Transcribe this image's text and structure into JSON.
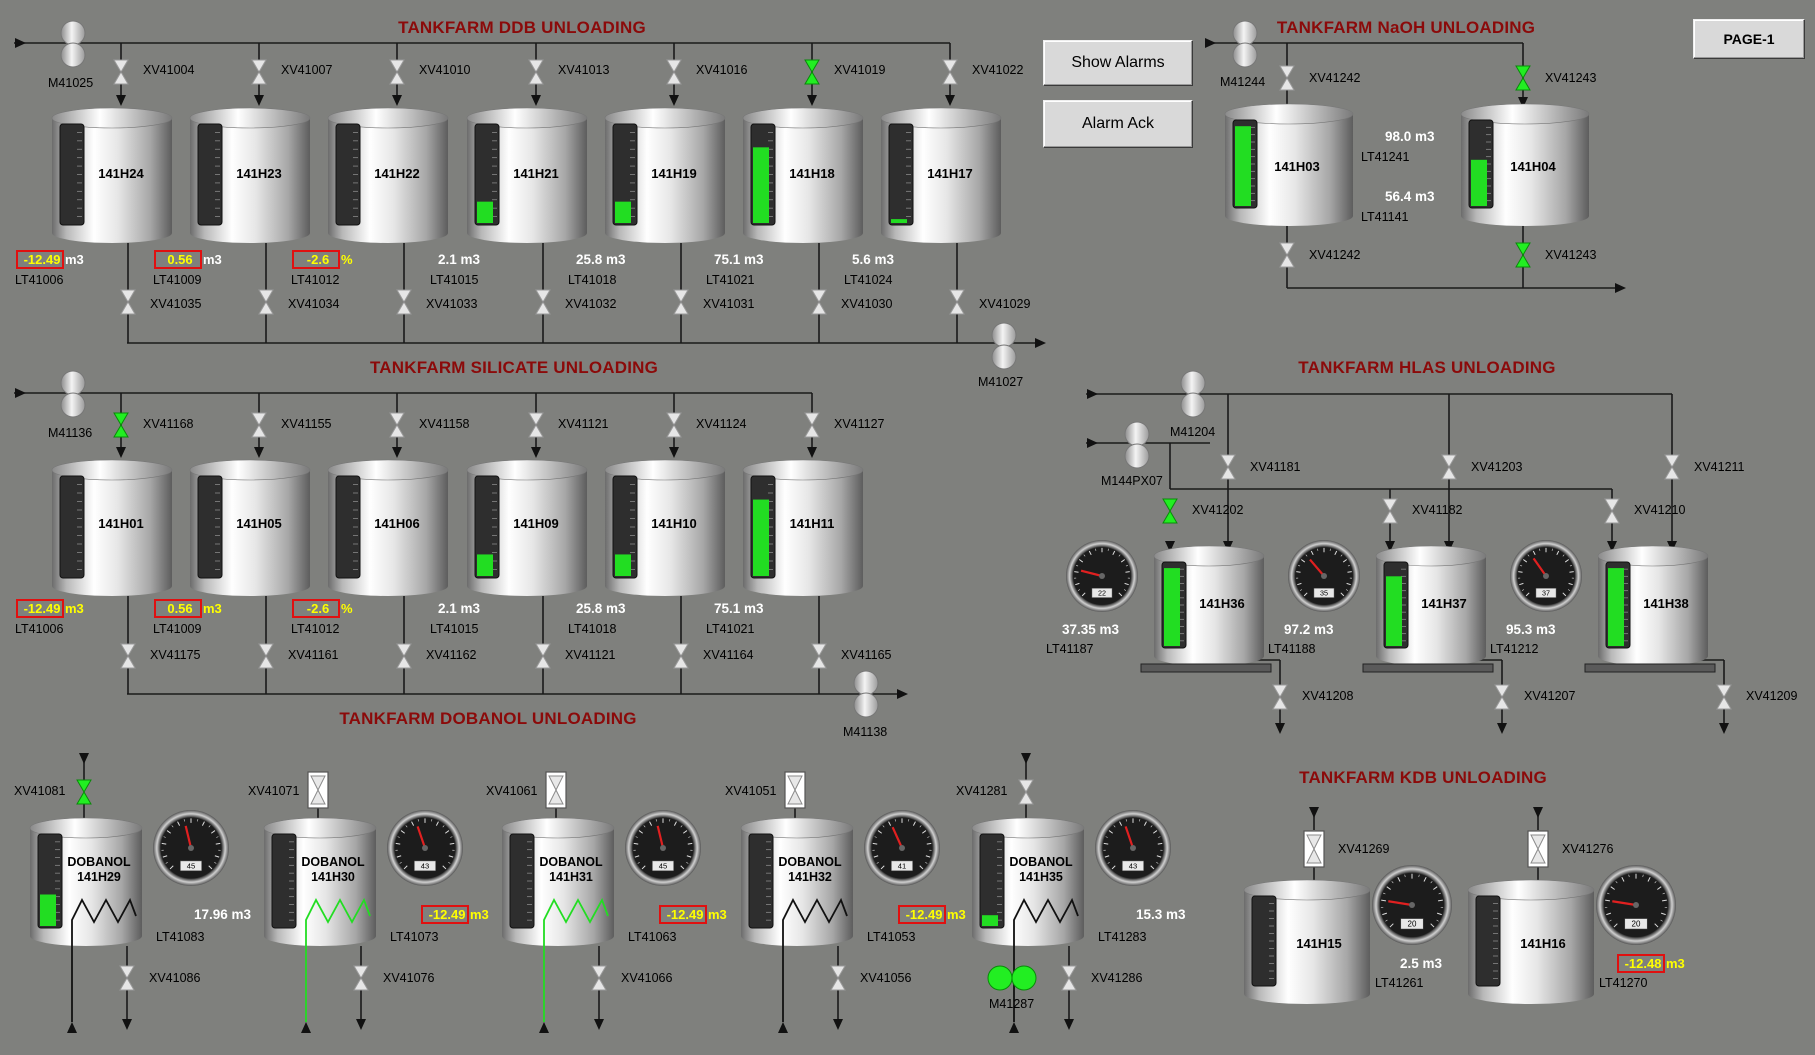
{
  "buttons": {
    "show_alarms": "Show Alarms",
    "alarm_ack": "Alarm Ack",
    "page": "PAGE-1"
  },
  "sections": {
    "ddb": "TANKFARM DDB UNLOADING",
    "naoh": "TANKFARM NaOH UNLOADING",
    "silicate": "TANKFARM SILICATE UNLOADING",
    "hlas": "TANKFARM HLAS UNLOADING",
    "dobanol": "TANKFARM DOBANOL UNLOADING",
    "kdb": "TANKFARM KDB UNLOADING"
  },
  "ddb": {
    "pump_in": "M41025",
    "pump_out": "M41027",
    "tanks": [
      {
        "name": "141H24",
        "inlet_valve": "XV41004",
        "inlet_open": false,
        "outlet_valve": "XV41035",
        "level": 0,
        "reading": "-12.49",
        "unit": "m3",
        "alarm": true,
        "tag": "LT41006"
      },
      {
        "name": "141H23",
        "inlet_valve": "XV41007",
        "inlet_open": false,
        "outlet_valve": "XV41034",
        "level": 0,
        "reading": "0.56",
        "unit": "m3",
        "alarm": true,
        "tag": "LT41009"
      },
      {
        "name": "141H22",
        "inlet_valve": "XV41010",
        "inlet_open": false,
        "outlet_valve": "XV41033",
        "level": 0,
        "reading": "-2.6",
        "unit": "%",
        "alarm": true,
        "tag": "LT41012"
      },
      {
        "name": "141H21",
        "inlet_valve": "XV41013",
        "inlet_open": false,
        "outlet_valve": "XV41032",
        "level": 0.22,
        "reading": "2.1 m3",
        "unit": "",
        "alarm": false,
        "tag": "LT41015"
      },
      {
        "name": "141H19",
        "inlet_valve": "XV41016",
        "inlet_open": false,
        "outlet_valve": "XV41031",
        "level": 0.22,
        "reading": "25.8 m3",
        "unit": "",
        "alarm": false,
        "tag": "LT41018"
      },
      {
        "name": "141H18",
        "inlet_valve": "XV41019",
        "inlet_open": true,
        "outlet_valve": "XV41030",
        "level": 0.78,
        "reading": "75.1 m3",
        "unit": "",
        "alarm": false,
        "tag": "LT41021"
      },
      {
        "name": "141H17",
        "inlet_valve": "XV41022",
        "inlet_open": false,
        "outlet_valve": "XV41029",
        "level": 0.04,
        "reading": "5.6 m3",
        "unit": "",
        "alarm": false,
        "tag": "LT41024"
      }
    ]
  },
  "silicate": {
    "pump_in": "M41136",
    "pump_out": "M41138",
    "tanks": [
      {
        "name": "141H01",
        "inlet_valve": "XV41168",
        "inlet_open": true,
        "outlet_valve": "XV41175",
        "level": 0,
        "reading": "-12.49",
        "unit": "m3",
        "alarm": true,
        "tag": "LT41006"
      },
      {
        "name": "141H05",
        "inlet_valve": "XV41155",
        "inlet_open": false,
        "outlet_valve": "XV41161",
        "level": 0,
        "reading": "0.56",
        "unit": "m3",
        "alarm": true,
        "tag": "LT41009"
      },
      {
        "name": "141H06",
        "inlet_valve": "XV41158",
        "inlet_open": false,
        "outlet_valve": "XV41162",
        "level": 0,
        "reading": "-2.6",
        "unit": "%",
        "alarm": true,
        "tag": "LT41012"
      },
      {
        "name": "141H09",
        "inlet_valve": "XV41121",
        "inlet_open": false,
        "outlet_valve": "XV41121",
        "level": 0.22,
        "reading": "2.1 m3",
        "unit": "",
        "alarm": false,
        "tag": "LT41015"
      },
      {
        "name": "141H10",
        "inlet_valve": "XV41124",
        "inlet_open": false,
        "outlet_valve": "XV41164",
        "level": 0.22,
        "reading": "25.8 m3",
        "unit": "",
        "alarm": false,
        "tag": "LT41018"
      },
      {
        "name": "141H11",
        "inlet_valve": "XV41127",
        "inlet_open": false,
        "outlet_valve": "XV41165",
        "level": 0.78,
        "reading": "75.1 m3",
        "unit": "",
        "alarm": false,
        "tag": "LT41021"
      }
    ]
  },
  "naoh": {
    "pump": "M41244",
    "tanks": [
      {
        "name": "141H03",
        "inlet_valve": "XV41242",
        "inlet_open": false,
        "outlet_valve": "XV41242",
        "outlet_open": false,
        "level": 0.95,
        "reading": "98.0 m3",
        "tag": "LT41241"
      },
      {
        "name": "141H04",
        "inlet_valve": "XV41243",
        "inlet_open": true,
        "outlet_valve": "XV41243",
        "outlet_open": true,
        "level": 0.55,
        "reading": "56.4 m3",
        "tag": "LT41141"
      }
    ]
  },
  "hlas": {
    "pump_a": "M41204",
    "pump_b": "M144PX07",
    "tanks": [
      {
        "name": "141H36",
        "top_valve": "XV41181",
        "branch_valve": "XV41202",
        "branch_open": true,
        "outlet_valve": "XV41208",
        "level": 0.95,
        "reading": "37.35 m3",
        "tag": "LT41187",
        "gauge": "22"
      },
      {
        "name": "141H37",
        "top_valve": "XV41203",
        "branch_valve": "XV41182",
        "branch_open": false,
        "outlet_valve": "XV41207",
        "level": 0.85,
        "reading": "97.2 m3",
        "tag": "LT41188",
        "gauge": "35"
      },
      {
        "name": "141H38",
        "top_valve": "XV41211",
        "branch_valve": "XV41210",
        "branch_open": false,
        "outlet_valve": "XV41209",
        "level": 0.95,
        "reading": "95.3 m3",
        "tag": "LT41212",
        "gauge": "37"
      }
    ]
  },
  "dobanol": {
    "tanks": [
      {
        "name1": "DOBANOL",
        "name2": "141H29",
        "inlet_valve": "XV41081",
        "inlet_open": true,
        "outlet_valve": "XV41086",
        "level": 0.35,
        "reading": "17.96 m3",
        "unit": "",
        "alarm": false,
        "tag": "LT41083",
        "gauge": "45",
        "coil_green": false
      },
      {
        "name1": "DOBANOL",
        "name2": "141H30",
        "inlet_valve": "XV41071",
        "inlet_open": false,
        "outlet_valve": "XV41076",
        "level": 0,
        "reading": "-12.49",
        "unit": "m3",
        "alarm": true,
        "tag": "LT41073",
        "gauge": "43",
        "coil_green": true
      },
      {
        "name1": "DOBANOL",
        "name2": "141H31",
        "inlet_valve": "XV41061",
        "inlet_open": false,
        "outlet_valve": "XV41066",
        "level": 0,
        "reading": "-12.49",
        "unit": "m3",
        "alarm": true,
        "tag": "LT41063",
        "gauge": "45",
        "coil_green": true
      },
      {
        "name1": "DOBANOL",
        "name2": "141H32",
        "inlet_valve": "XV41051",
        "inlet_open": false,
        "outlet_valve": "XV41056",
        "level": 0,
        "reading": "-12.49",
        "unit": "m3",
        "alarm": true,
        "tag": "LT41053",
        "gauge": "41",
        "coil_green": false
      },
      {
        "name1": "DOBANOL",
        "name2": "141H35",
        "inlet_valve": "XV41281",
        "inlet_open": false,
        "outlet_valve": "XV41286",
        "level": 0.12,
        "reading": "15.3 m3",
        "unit": "",
        "alarm": false,
        "tag": "LT41283",
        "gauge": "43",
        "coil_green": false
      }
    ],
    "pump": "M41287"
  },
  "kdb": {
    "tanks": [
      {
        "name": "141H15",
        "inlet_valve": "XV41269",
        "level": 0,
        "reading": "2.5 m3",
        "unit": "",
        "alarm": false,
        "tag": "LT41261",
        "gauge": "20"
      },
      {
        "name": "141H16",
        "inlet_valve": "XV41276",
        "level": 0,
        "reading": "-12.48",
        "unit": "m3",
        "alarm": true,
        "tag": "LT41270",
        "gauge": "20"
      }
    ]
  },
  "colors": {
    "background": "#7f807d",
    "title": "#8b0a0a",
    "level": "#22dd22",
    "open_valve": "#22ee22",
    "alarm_box": "#e01010",
    "alarm_text": "#ffff00"
  }
}
